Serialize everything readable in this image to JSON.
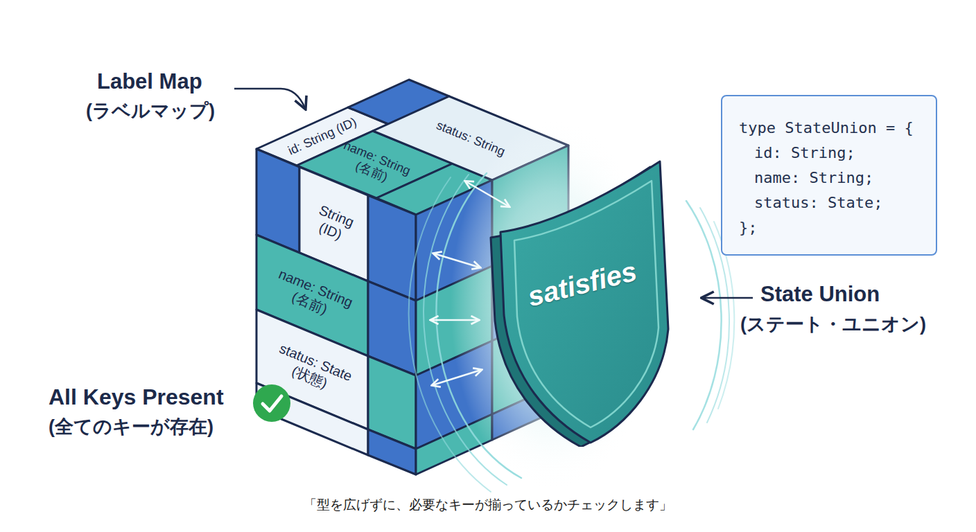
{
  "diagram": {
    "caption": "「型を広げずに、必要なキーが揃っているかチェックします」",
    "nodes": [
      {
        "text": [
          "id: String (ID)"
        ]
      },
      {
        "text": [
          "name: String (名前)"
        ]
      },
      {
        "text": [
          "status: String"
        ]
      },
      {
        "text": [
          "String (ID)"
        ]
      },
      {
        "text": [
          "name: String (名前)"
        ]
      },
      {
        "text": [
          "status: State (状態)"
        ]
      },
      {
        "text": [
          "satisfies"
        ]
      },
      {
        "text": [
          "type StateUnion = {",
          "id: String;",
          "name: String;",
          "status: State;",
          "};"
        ]
      }
    ],
    "labels": [
      "Label Map",
      "(ラベルマップ)",
      "State Union",
      "(ステート・ユニオン)",
      "All Keys Present",
      "(全てのキーが存在)"
    ]
  }
}
